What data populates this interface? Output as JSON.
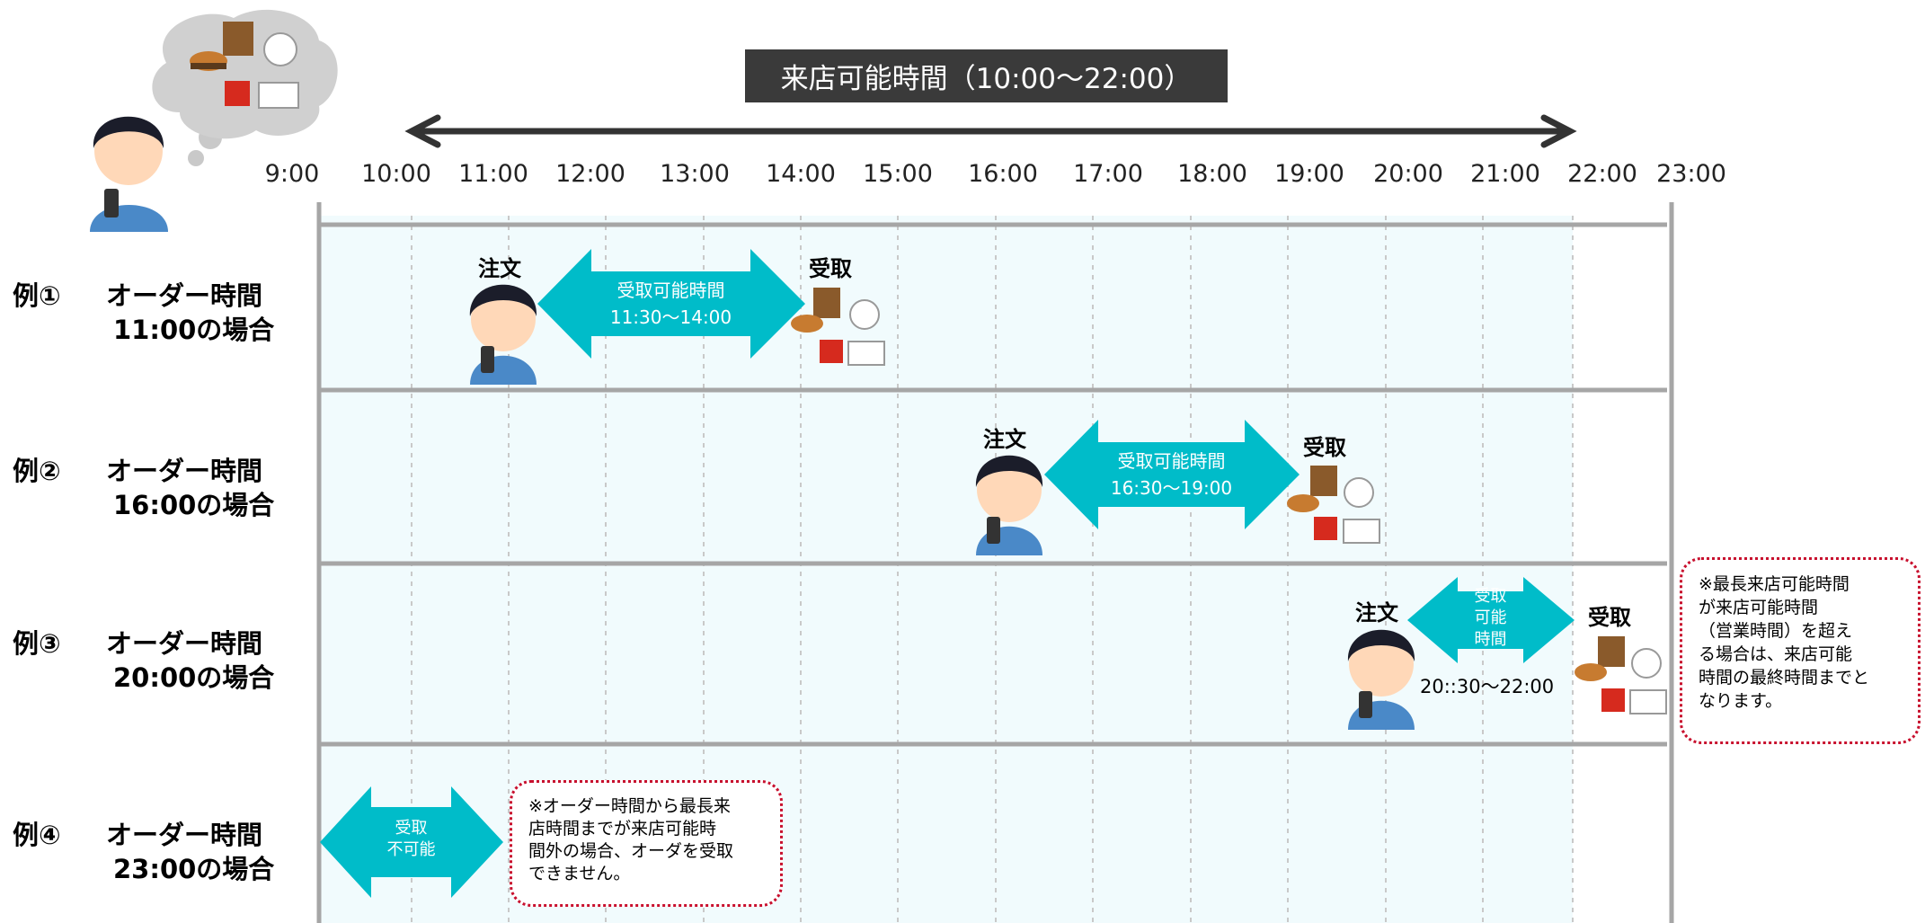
{
  "header": {
    "business_hours_banner": "来店可能時間（10:00〜22:00）"
  },
  "timeline": {
    "hours": [
      "9:00",
      "10:00",
      "11:00",
      "12:00",
      "13:00",
      "14:00",
      "15:00",
      "16:00",
      "17:00",
      "18:00",
      "19:00",
      "20:00",
      "21:00",
      "22:00",
      "23:00"
    ]
  },
  "labels": {
    "order": "注文",
    "pickup": "受取"
  },
  "rows": [
    {
      "example": "例①",
      "title_line1": "オーダー時間",
      "title_line2": "11:00の場合",
      "window_label": "受取可能時間",
      "window_range": "11:30〜14:00"
    },
    {
      "example": "例②",
      "title_line1": "オーダー時間",
      "title_line2": "16:00の場合",
      "window_label": "受取可能時間",
      "window_range": "16:30〜19:00"
    },
    {
      "example": "例③",
      "title_line1": "オーダー時間",
      "title_line2": "20:00の場合",
      "window_label_1": "受取",
      "window_label_2": "可能",
      "window_label_3": "時間",
      "window_range": "20::30〜22:00"
    },
    {
      "example": "例④",
      "title_line1": "オーダー時間",
      "title_line2": "23:00の場合",
      "window_label_1": "受取",
      "window_label_2": "不可能"
    }
  ],
  "notes": {
    "max_visit_note": [
      "※最長来店可能時間",
      "が来店可能時間",
      "（営業時間）を超え",
      "る場合は、来店可能",
      "時間の最終時間までと",
      "なります。"
    ],
    "not_available_note": [
      "※オーダー時間から最長来",
      "店時間までが来店可能時",
      "間外の場合、オーダを受取",
      "できません。"
    ]
  },
  "colors": {
    "accent": "#00bcc9",
    "banner_bg": "#3a3a3a",
    "note_border": "#c8102e",
    "band_fill": "#f1fbfd",
    "grid": "#a6a6a6"
  }
}
